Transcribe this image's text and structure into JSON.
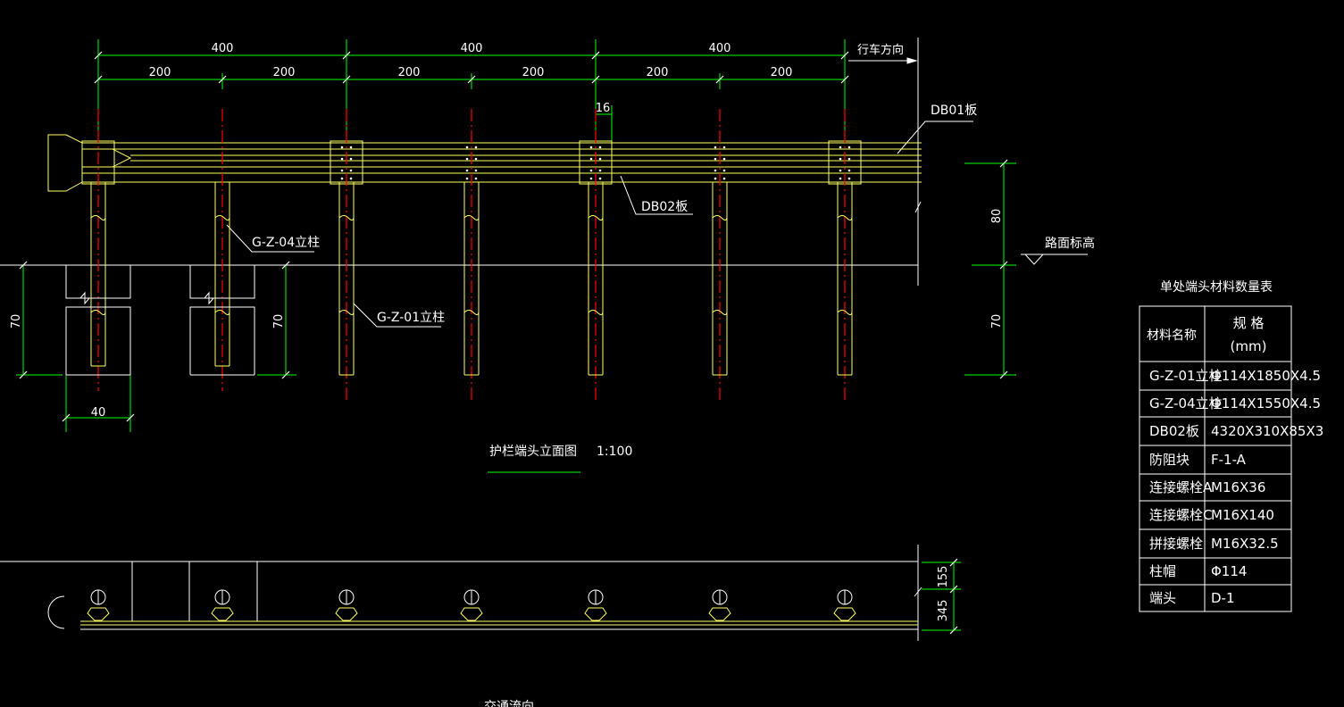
{
  "colors": {
    "background": "#000000",
    "dimension": "#00ff00",
    "post": "#ffff66",
    "centerline": "#ff0000",
    "linework": "#ffffff"
  },
  "dimensions": {
    "top_spans": [
      "400",
      "400",
      "400"
    ],
    "sub_spans": [
      "200",
      "200",
      "200",
      "200",
      "200",
      "200"
    ],
    "gap_16": "16",
    "height_80": "80",
    "height_70_left": "70",
    "height_70_mid": "70",
    "height_70_right": "70",
    "width_40": "40",
    "plan_155": "155",
    "plan_345": "345",
    "traffic_tag": "行车方向"
  },
  "labels": {
    "db01": "DB01板",
    "db02": "DB02板",
    "gz04": "G-Z-04立柱",
    "gz01": "G-Z-01立柱",
    "road_elev": "路面标高",
    "title": "护栏端头立面图",
    "scale": "1:100",
    "traffic_direction": "交通流向"
  },
  "table": {
    "title": "单处端头材料数量表",
    "header_name": "材料名称",
    "header_spec": "规 格",
    "header_unit": "(mm)",
    "rows": [
      {
        "name": "G-Z-01立柱",
        "spec": "Φ114X1850X4.5"
      },
      {
        "name": "G-Z-04立柱",
        "spec": "Φ114X1550X4.5"
      },
      {
        "name": "DB02板",
        "spec": "4320X310X85X3"
      },
      {
        "name": "防阻块",
        "spec": "F-1-A"
      },
      {
        "name": "连接螺栓A",
        "spec": "M16X36"
      },
      {
        "name": "连接螺栓C",
        "spec": "M16X140"
      },
      {
        "name": "拼接螺栓",
        "spec": "M16X32.5"
      },
      {
        "name": "柱帽",
        "spec": "Φ114"
      },
      {
        "name": "端头",
        "spec": "D-1"
      }
    ]
  }
}
